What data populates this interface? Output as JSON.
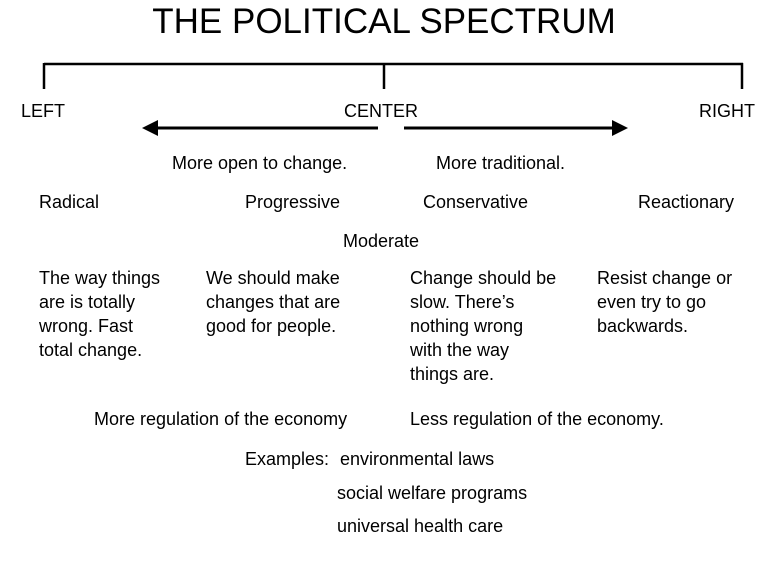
{
  "title": "THE POLITICAL SPECTRUM",
  "axis": {
    "left": "LEFT",
    "center": "CENTER",
    "right": "RIGHT"
  },
  "directions": {
    "left_arrow_caption": "More open to change.",
    "right_arrow_caption": "More traditional."
  },
  "positions": [
    {
      "label": "Radical",
      "description": "The way things\nare is totally\nwrong. Fast\ntotal change."
    },
    {
      "label": "Progressive",
      "description": "We should make\nchanges that are\ngood for people."
    },
    {
      "label": "Conservative",
      "description": "Change should be\nslow.  There’s\nnothing wrong\nwith the way\nthings are."
    },
    {
      "label": "Reactionary",
      "description": "Resist change or\neven try to go\nbackwards."
    }
  ],
  "moderate": "Moderate",
  "economy": {
    "left": "More regulation of the economy",
    "right": "Less regulation of the economy."
  },
  "examples": {
    "label": "Examples:",
    "items": [
      "environmental laws",
      "social welfare programs",
      "universal health care"
    ]
  },
  "colors": {
    "line": "#000000",
    "text": "#000000",
    "background": "#ffffff"
  }
}
